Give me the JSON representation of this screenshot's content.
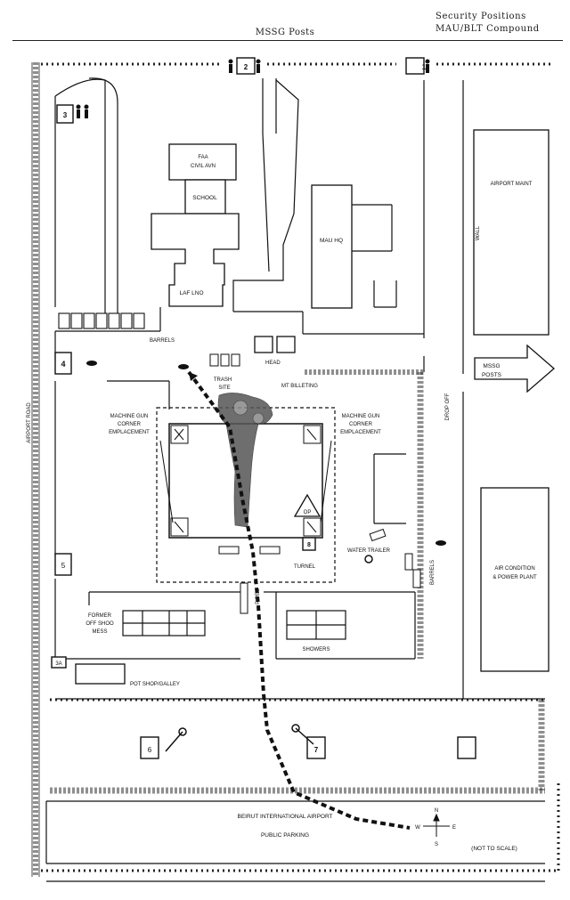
{
  "header": {
    "center_title": "MSSG Posts",
    "right_title_line1": "Security Positions",
    "right_title_line2": "MAU/BLT Compound"
  },
  "posts": [
    "1",
    "2",
    "3",
    "3A",
    "4",
    "5",
    "6",
    "7",
    "8"
  ],
  "buildings": {
    "faa": "FAA",
    "civil_avn": "CIVIL AVN",
    "school": "SCHOOL",
    "laf_lno": "LAF LNO",
    "mau_hq": "MAU HQ",
    "airport_maint": "AIRPORT MAINT",
    "wall": "WALL",
    "air_condition": "AIR CONDITION",
    "power_plant": "& POWER PLANT",
    "op": "OP"
  },
  "labels": {
    "barrels_top": "BARRELS",
    "trash": "TRASH",
    "site": "SITE",
    "head": "HEAD",
    "mt_billeting": "MT BILLETING",
    "mg_left_1": "MACHINE GUN",
    "mg_left_2": "CORNER",
    "mg_left_3": "EMPLACEMENT",
    "mg_right_1": "MACHINE GUN",
    "mg_right_2": "CORNER",
    "mg_right_3": "EMPLACEMENT",
    "mssg_posts_arrow_1": "MSSG",
    "mssg_posts_arrow_2": "POSTS",
    "drop_off": "DROP OFF",
    "airport_road": "AIRPORT ROAD",
    "water_trailer": "WATER TRAILER",
    "turnel": "TURNEL",
    "barrels_right": "BARRELS",
    "pipes": "PIPES",
    "former_1": "FORMER",
    "former_2": "OFF SHOO",
    "former_3": "MESS",
    "showers": "SHOWERS",
    "pot_shop": "POT SHOP/GALLEY",
    "beirut": "BEIRUT INTERNATIONAL AIRPORT",
    "public_parking": "PUBLIC PARKING",
    "not_to_scale": "(NOT TO SCALE)"
  },
  "compass": {
    "n": "N",
    "s": "S",
    "e": "E",
    "w": "W"
  }
}
